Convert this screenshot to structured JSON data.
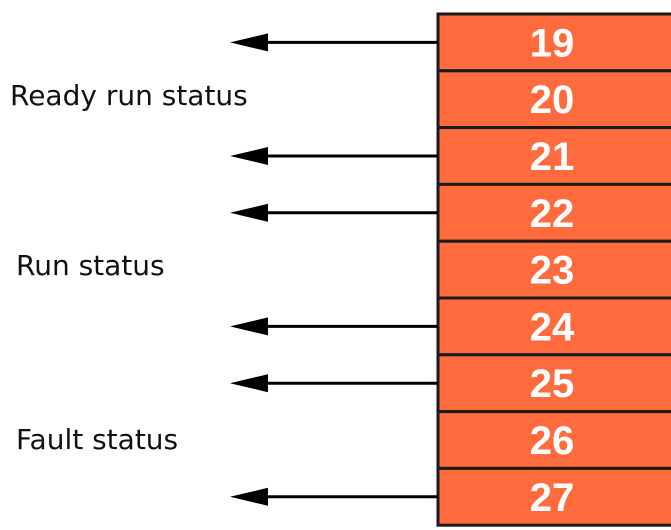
{
  "colors": {
    "block_fill": "#ff6b3d",
    "block_border": "#1a1a1a",
    "arrow": "#000000",
    "terminal_text": "#ffffff",
    "label_text": "#111111"
  },
  "terminals": [
    {
      "number": "19",
      "arrow": true
    },
    {
      "number": "20",
      "arrow": false
    },
    {
      "number": "21",
      "arrow": true
    },
    {
      "number": "22",
      "arrow": true
    },
    {
      "number": "23",
      "arrow": false
    },
    {
      "number": "24",
      "arrow": true
    },
    {
      "number": "25",
      "arrow": true
    },
    {
      "number": "26",
      "arrow": false
    },
    {
      "number": "27",
      "arrow": true
    }
  ],
  "labels": {
    "ready_run_status": "Ready run status",
    "run_status": "Run status",
    "fault_status": "Fault status"
  }
}
